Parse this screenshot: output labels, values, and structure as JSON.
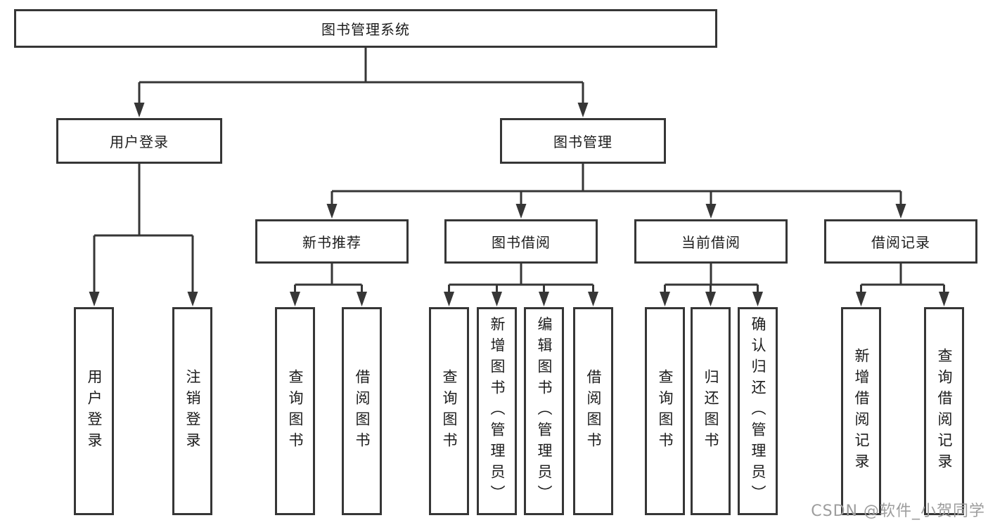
{
  "colors": {
    "line": "#363636",
    "text": "#1c1c1c",
    "box_background": "#ffffff",
    "watermark": "#9d9d9d"
  },
  "watermark": {
    "text": "CSDN @软件_小贺同学"
  },
  "tree": {
    "label": "图书管理系统",
    "children": [
      {
        "label": "用户登录",
        "children": [
          {
            "label": "用户登录"
          },
          {
            "label": "注销登录"
          }
        ]
      },
      {
        "label": "图书管理",
        "children": [
          {
            "label": "新书推荐",
            "children": [
              {
                "label": "查询图书"
              },
              {
                "label": "借阅图书"
              }
            ]
          },
          {
            "label": "图书借阅",
            "children": [
              {
                "label": "查询图书"
              },
              {
                "label": "新增图书（管理员）"
              },
              {
                "label": "编辑图书（管理员）"
              },
              {
                "label": "借阅图书"
              }
            ]
          },
          {
            "label": "当前借阅",
            "children": [
              {
                "label": "查询图书"
              },
              {
                "label": "归还图书"
              },
              {
                "label": "确认归还（管理员）"
              }
            ]
          },
          {
            "label": "借阅记录",
            "children": [
              {
                "label": "新增借阅记录"
              },
              {
                "label": "查询借阅记录"
              }
            ]
          }
        ]
      }
    ]
  }
}
